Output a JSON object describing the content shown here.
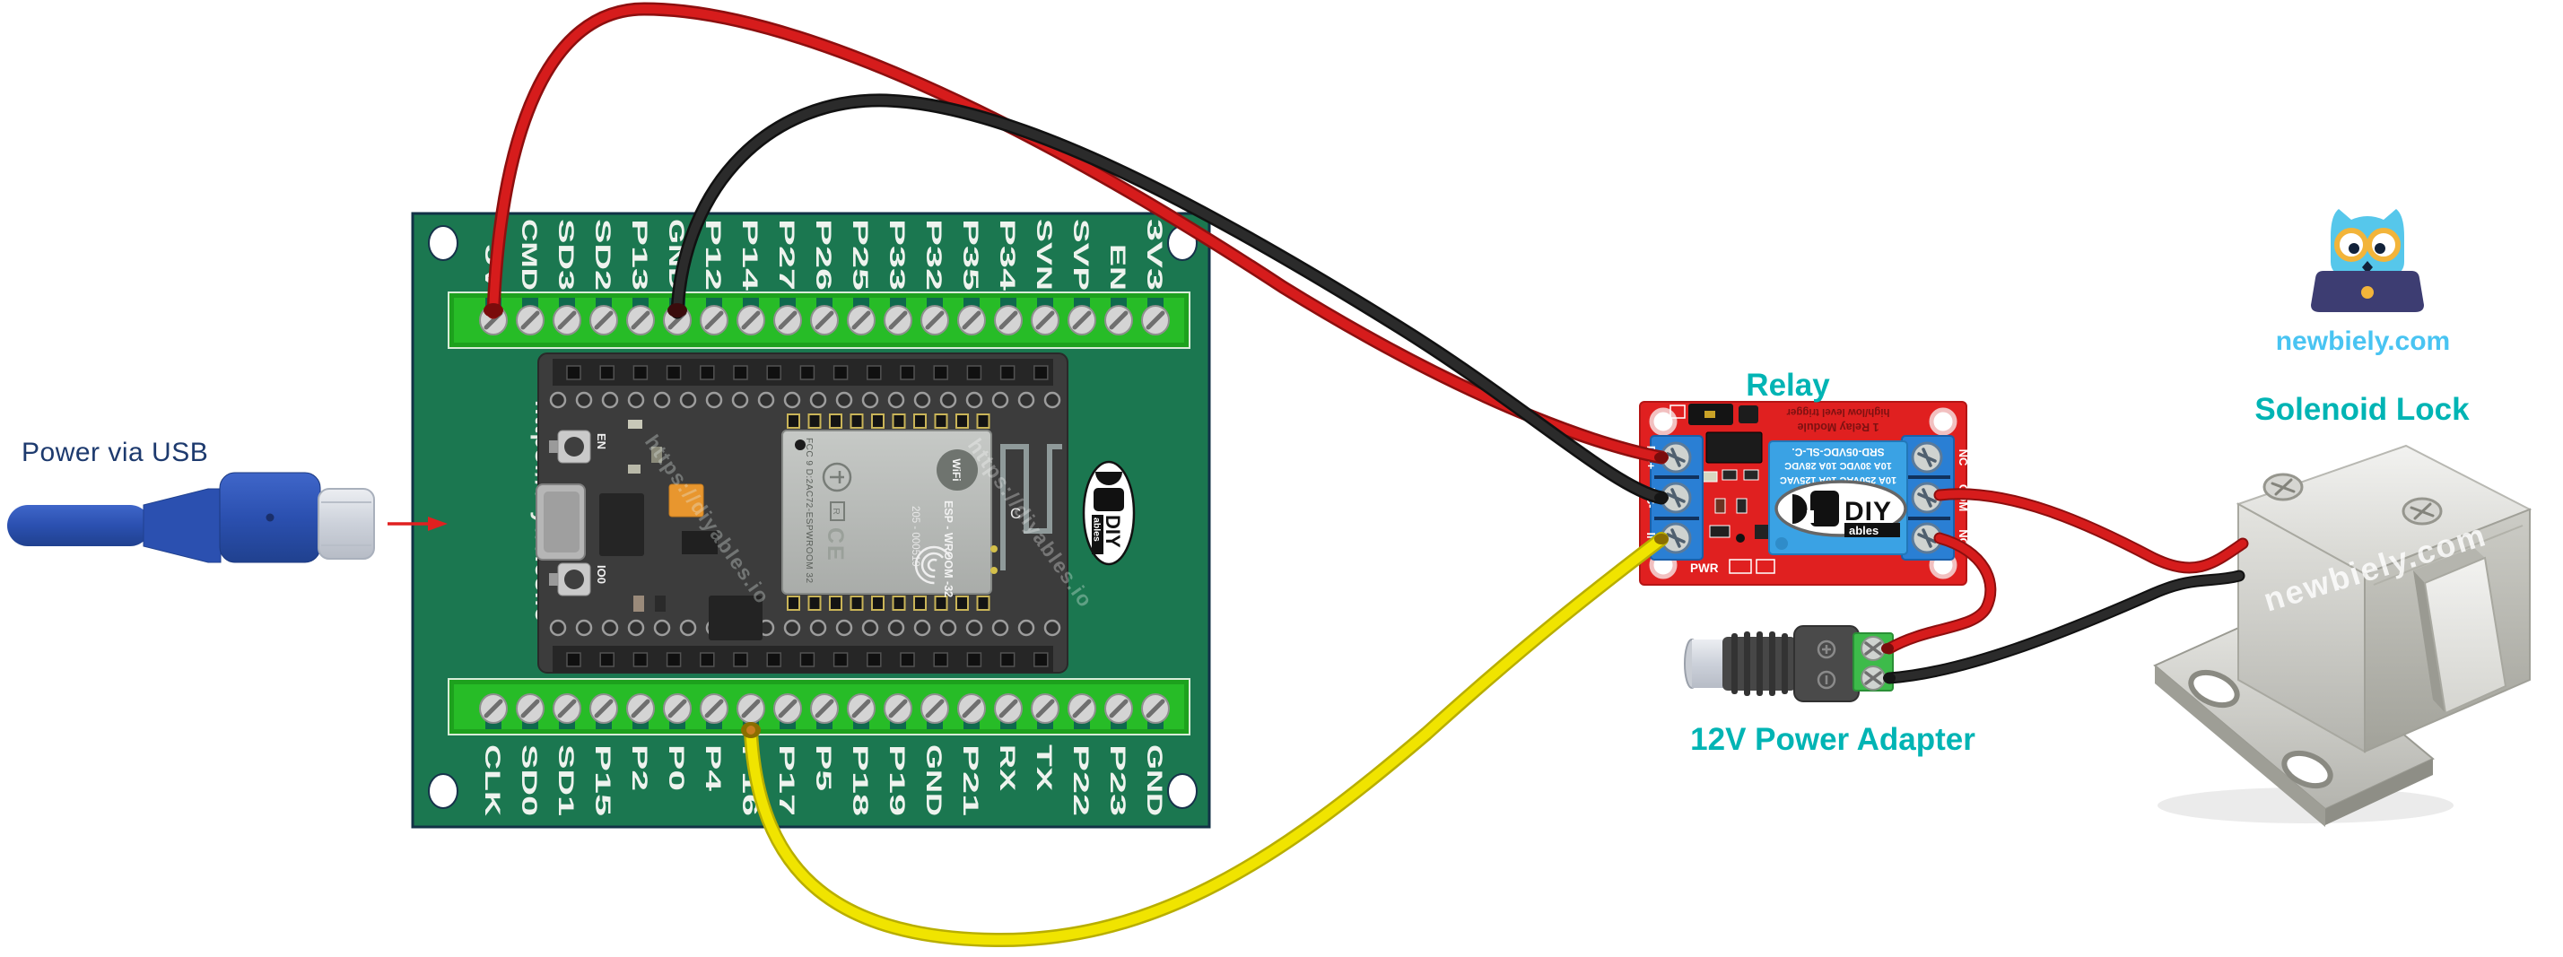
{
  "ui_colors": {
    "caption_teal": "#00b4b4",
    "usb_label_navy": "#1d3a6e",
    "brand_blue": "#49c4f2",
    "wire_red": "#d61c1c",
    "wire_black": "#2b2b2b",
    "wire_yellow": "#f0e400",
    "esp32_pcb_green": "#1b7750",
    "relay_pcb_red": "#e02020"
  },
  "usb": {
    "label": "Power via USB"
  },
  "esp32": {
    "top_pins": [
      "5V",
      "CMD",
      "SD3",
      "SD2",
      "P13",
      "GND",
      "P12",
      "P14",
      "P27",
      "P26",
      "P25",
      "P33",
      "P32",
      "P35",
      "P34",
      "SVN",
      "SVP",
      "EN",
      "3V3"
    ],
    "bottom_pins": [
      "CLK",
      "SD0",
      "SD1",
      "P15",
      "P2",
      "P0",
      "P4",
      "P16",
      "P17",
      "P5",
      "P18",
      "P19",
      "GND",
      "P21",
      "RX",
      "TX",
      "P22",
      "P23",
      "GND"
    ],
    "board_url": "https://diyables.io",
    "watermark": "https://diyables.io",
    "en_button": "EN",
    "io0_button": "IO0",
    "module": {
      "fcc": "FCC 9 D:2AC72-ESPWROOM 32",
      "wifi": "WiFi",
      "name": "ESP - WROOM -32",
      "serial": "205 - 000519",
      "ce": "CE",
      "r_mark": "R",
      "c_mark": "C"
    },
    "diy_logo": {
      "diy": "DIY",
      "ables": "ables"
    }
  },
  "relay": {
    "title": "Relay",
    "silk_line1": "1 Relay Module",
    "silk_line2": "high/low level trigger",
    "left_terminals": [
      "DC+",
      "DC-",
      "IN"
    ],
    "right_terminals": [
      "NC",
      "COM",
      "NO"
    ],
    "pwr_label": "PWR",
    "cube": {
      "line1": "SRD-05VDC-SL-C.",
      "line2": "10A 30VDC 10A 28VDC",
      "line3": "10A 250VAC 10A 125VAC"
    },
    "diy_logo": {
      "diy": "DIY",
      "ables": "ables"
    }
  },
  "adapter": {
    "label": "12V Power Adapter"
  },
  "solenoid": {
    "label": "Solenoid Lock",
    "watermark": "newbiely.com"
  },
  "brand": {
    "site": "newbiely.com"
  },
  "wires": {
    "connections": [
      {
        "from": "ESP32 5V",
        "to": "Relay DC+",
        "color": "red"
      },
      {
        "from": "ESP32 GND",
        "to": "Relay DC-",
        "color": "black"
      },
      {
        "from": "ESP32 P16",
        "to": "Relay IN",
        "color": "yellow"
      },
      {
        "from": "Relay COM",
        "to": "Solenoid Lock",
        "color": "red"
      },
      {
        "from": "Relay NO",
        "to": "12V Power Adapter +",
        "color": "red"
      },
      {
        "from": "12V Power Adapter -",
        "to": "Solenoid Lock",
        "color": "black"
      }
    ]
  }
}
